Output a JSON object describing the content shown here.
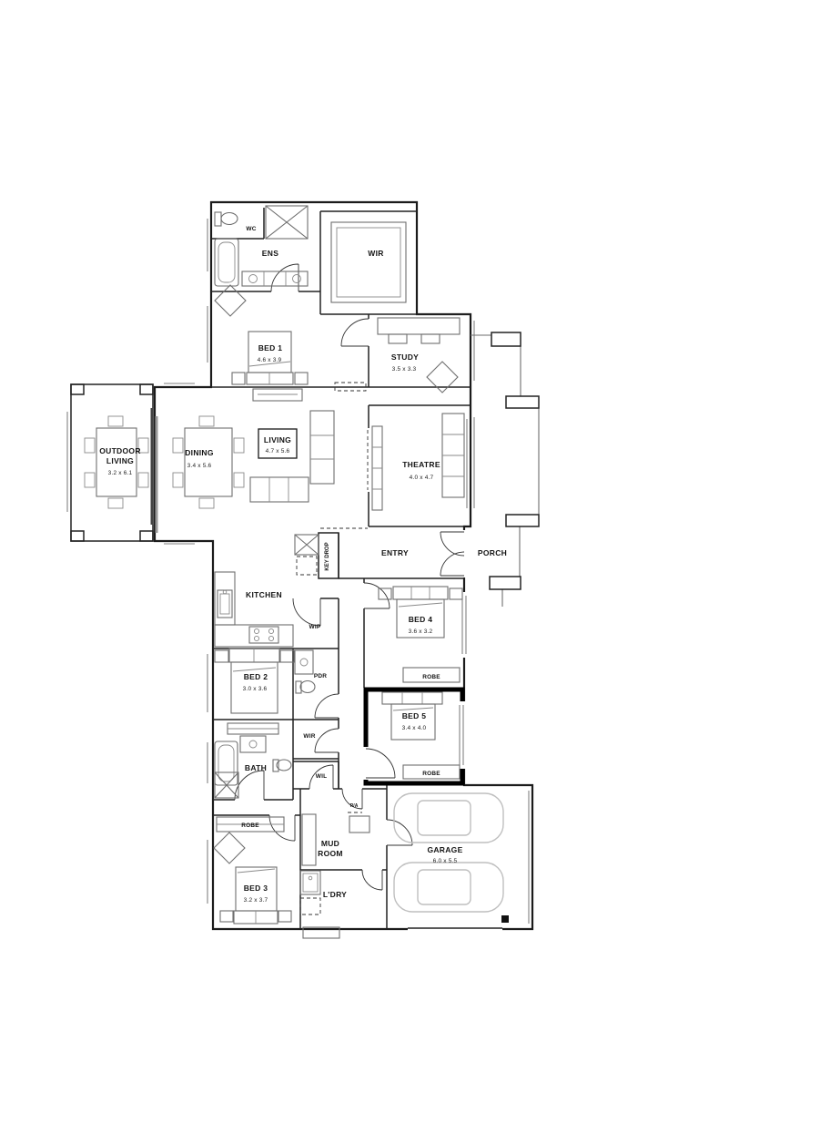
{
  "colors": {
    "wall": "#1b1b1b",
    "furniture": "#6e6e6e",
    "car_outline": "#bfbfbf"
  },
  "rooms": {
    "wc": {
      "name": "WC"
    },
    "ens": {
      "name": "ENS"
    },
    "wir_main": {
      "name": "WIR"
    },
    "bed1": {
      "name": "BED 1",
      "dims": "4.6 x 3.9"
    },
    "study": {
      "name": "STUDY",
      "dims": "3.5 x 3.3"
    },
    "outdoor_living": {
      "name_line1": "OUTDOOR",
      "name_line2": "LIVING",
      "dims": "3.2 x 6.1"
    },
    "dining": {
      "name": "DINING",
      "dims": "3.4 x 5.6"
    },
    "living": {
      "name": "LIVING",
      "dims": "4.7 x 5.6"
    },
    "theatre": {
      "name": "THEATRE",
      "dims": "4.0 x 4.7"
    },
    "entry": {
      "name": "ENTRY"
    },
    "porch": {
      "name": "PORCH"
    },
    "key_drop": {
      "name": "KEY DROP"
    },
    "kitchen": {
      "name": "KITCHEN"
    },
    "wip": {
      "name": "WIP"
    },
    "bed4": {
      "name": "BED 4",
      "dims": "3.6 x 3.2"
    },
    "bed2": {
      "name": "BED 2",
      "dims": "3.0 x 3.6"
    },
    "pdr": {
      "name": "PDR"
    },
    "robe_bed5_top": {
      "name": "ROBE"
    },
    "bed5": {
      "name": "BED 5",
      "dims": "3.4 x 4.0"
    },
    "wir_2": {
      "name": "WIR"
    },
    "bath": {
      "name": "BATH"
    },
    "wil": {
      "name": "WIL"
    },
    "robe_bed5_bottom": {
      "name": "ROBE"
    },
    "robe_bed3": {
      "name": "ROBE"
    },
    "return_air": {
      "name": "R/A"
    },
    "mud_room": {
      "name_line1": "MUD",
      "name_line2": "ROOM"
    },
    "garage": {
      "name": "GARAGE",
      "dims": "6.0 x 5.5"
    },
    "bed3": {
      "name": "BED 3",
      "dims": "3.2 x 3.7"
    },
    "ldry": {
      "name": "L'DRY"
    }
  }
}
